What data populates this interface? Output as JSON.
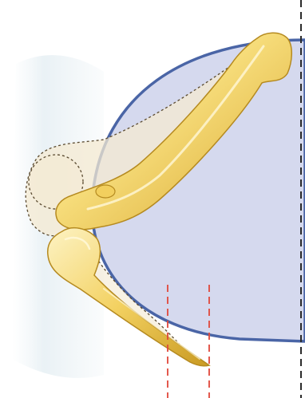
{
  "figure": {
    "colors": {
      "background": "#ffffff",
      "left_wash": "#eaf1f4",
      "ellipse_fill": "#d5d9ee",
      "ellipse_stroke": "#4a65a6",
      "bone_light": "#fbefb0",
      "bone_mid": "#f2cf5e",
      "bone_shadow": "#c7961f",
      "ghost_fill": "#f4ead2",
      "ghost_stroke": "#5a4a30",
      "axis_black": "#2b2b2b",
      "axis_red": "#e0473a"
    },
    "elements": [
      "body-outline-ellipse",
      "bone-resting-position-outline",
      "upper-bone-flexed",
      "lower-bone-flexed",
      "midline-dashed-axis",
      "reference-dashed-lines"
    ]
  }
}
